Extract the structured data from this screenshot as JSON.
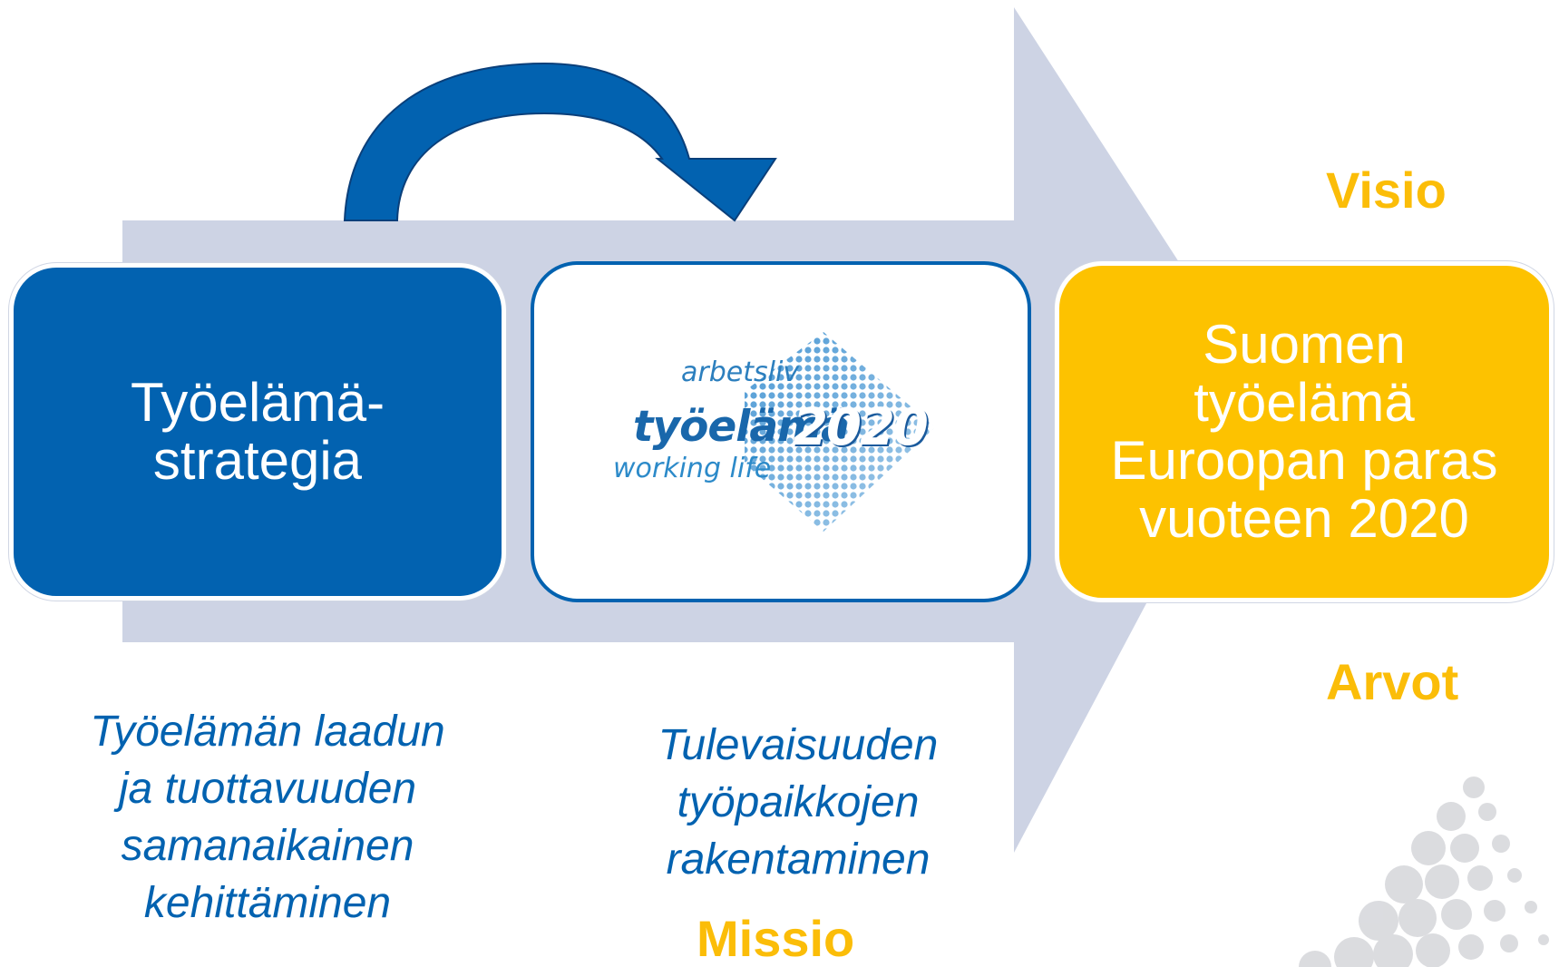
{
  "strategy_box": {
    "lines": [
      "Työelämä-",
      "strategia"
    ]
  },
  "logo": {
    "arbetsliv": "arbetsliv",
    "tyoelama": "työelämä",
    "year": "2020",
    "working_life": "working life"
  },
  "vision_box": {
    "lines": [
      "Suomen",
      "työelämä",
      "Euroopan paras",
      "vuoteen 2020"
    ]
  },
  "labels": {
    "visio": "Visio",
    "arvot": "Arvot",
    "missio": "Missio"
  },
  "descriptions": {
    "quality": [
      "Työelämän laadun",
      "ja tuottavuuden",
      "samanaikainen",
      "kehittäminen"
    ],
    "future": [
      "Tulevaisuuden",
      "työpaikkojen",
      "rakentaminen"
    ]
  },
  "colors": {
    "dark_blue": "#0262b0",
    "yellow": "#fdc200",
    "arrow_gray": "#cdd3e4",
    "label_yellow": "#fbbd08"
  }
}
